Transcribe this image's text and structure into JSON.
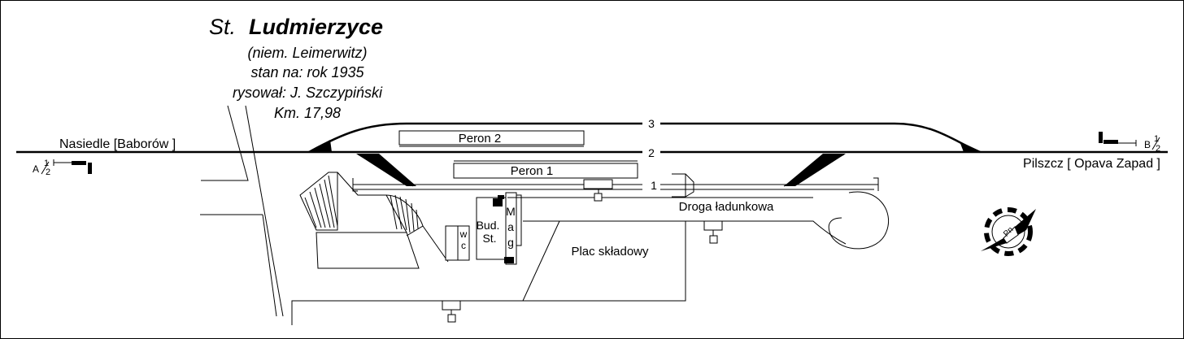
{
  "title": {
    "prefix": "St.",
    "name": "Ludmierzyce",
    "line1": "(niem. Leimerwitz)",
    "line2": "stan na: rok 1935",
    "line3": "rysował: J. Szczypiński",
    "line4": "Km. 17,98"
  },
  "directions": {
    "west": "Nasiedle [Baborów ]",
    "east": "Pilszcz [ Opava Zapad ]"
  },
  "tracks": [
    "1",
    "2",
    "3"
  ],
  "platforms": [
    "Peron 2",
    "Peron 1"
  ],
  "signals": {
    "a": {
      "letter": "A",
      "numerator": "1",
      "denominator": "2"
    },
    "b": {
      "letter": "B",
      "numerator": "1",
      "denominator": "2"
    }
  },
  "buildings": {
    "station": [
      "Bud.",
      "St."
    ],
    "magazine": [
      "M",
      "a",
      "g"
    ],
    "wc": [
      "w",
      "c"
    ]
  },
  "areas": {
    "road": "Droga ładunkowa",
    "yard": "Plac składowy"
  },
  "compass": {
    "label": "Pn"
  }
}
